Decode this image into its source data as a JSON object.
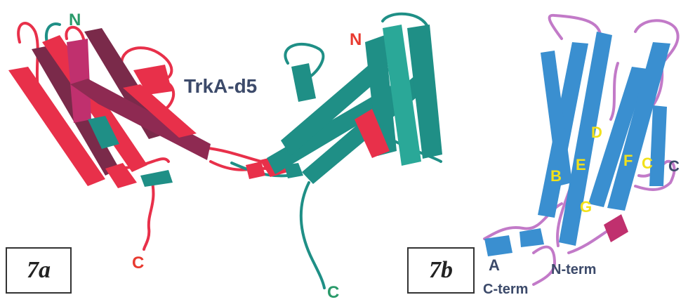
{
  "panel_a": {
    "title": "TrkA-d5",
    "label_n_left": "N",
    "label_n_right": "N",
    "label_c_left": "C",
    "label_c_right": "C",
    "box_label": "7a",
    "colors": {
      "red_chain": "#e8304a",
      "dark_red": "#7a2a4a",
      "teal_chain": "#1f8f86",
      "label_green": "#2a9a6a",
      "label_red": "#e83a30",
      "title": "#3c4a6a"
    }
  },
  "panel_b": {
    "strands": [
      "A",
      "B",
      "C",
      "D",
      "E",
      "F",
      "G"
    ],
    "label_c_side": "C",
    "n_term": "N-term",
    "c_term": "C-term",
    "box_label": "7b",
    "colors": {
      "strand": "#3a8fd0",
      "loop": "#c27ac8",
      "strand_label": "#f2e11a",
      "term_label": "#3c4a6a",
      "helix": "#c0306e"
    }
  }
}
